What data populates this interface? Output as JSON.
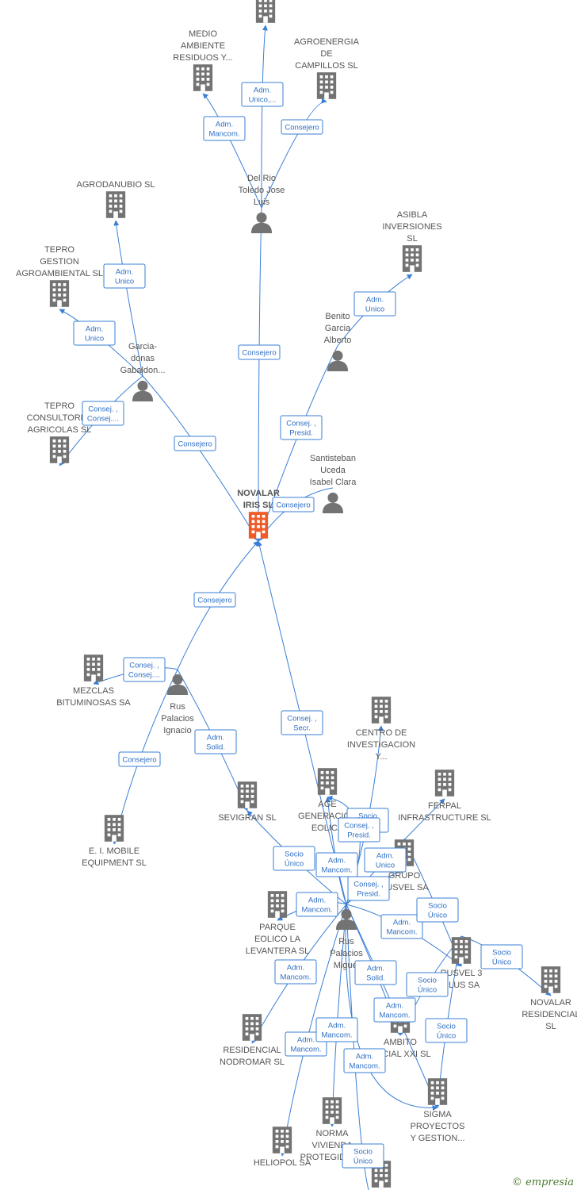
{
  "colors": {
    "building": "#737373",
    "focus": "#f05a28",
    "person": "#737373",
    "edge": "#3a7fd5",
    "edge_text": "#2f6fc4",
    "label": "#555555"
  },
  "watermark": "© empresia",
  "nodes": [
    {
      "id": "top_co",
      "type": "company",
      "label": []
    },
    {
      "id": "medio",
      "type": "company",
      "label": [
        "MEDIO",
        "AMBIENTE",
        "RESIDUOS Y..."
      ]
    },
    {
      "id": "agroenergia",
      "type": "company",
      "label": [
        "AGROENERGIA",
        "DE",
        "CAMPILLOS SL"
      ]
    },
    {
      "id": "delrio",
      "type": "person",
      "label": [
        "Del Rio",
        "Toledo Jose",
        "Luis"
      ]
    },
    {
      "id": "agrodanubio",
      "type": "company",
      "label": [
        "AGRODANUBIO SL"
      ]
    },
    {
      "id": "tepro_gestion",
      "type": "company",
      "label": [
        "TEPRO",
        "GESTION",
        "AGROAMBIENTAL SL"
      ]
    },
    {
      "id": "garcia",
      "type": "person",
      "label": [
        "Garcia-",
        "donas",
        "Gabaldon..."
      ]
    },
    {
      "id": "tepro_consultores",
      "type": "company",
      "label": [
        "TEPRO",
        "CONSULTORES",
        "AGRICOLAS SL"
      ]
    },
    {
      "id": "asibla",
      "type": "company",
      "label": [
        "ASIBLA",
        "INVERSIONES",
        "SL"
      ]
    },
    {
      "id": "benito",
      "type": "person",
      "label": [
        "Benito",
        "Garcia",
        "Alberto"
      ]
    },
    {
      "id": "santisteban",
      "type": "person",
      "label": [
        "Santisteban",
        "Uceda",
        "Isabel Clara"
      ]
    },
    {
      "id": "novalar_iris",
      "type": "focus",
      "label": [
        "NOVALAR",
        "IRIS  SL"
      ]
    },
    {
      "id": "mezclas",
      "type": "company",
      "label": [
        "MEZCLAS",
        "BITUMINOSAS SA"
      ]
    },
    {
      "id": "rus_ignacio",
      "type": "person",
      "label": [
        "Rus",
        "Palacios",
        "Ignacio"
      ]
    },
    {
      "id": "sevigran",
      "type": "company",
      "label": [
        "SEVIGRAN  SL"
      ]
    },
    {
      "id": "ei_mobile",
      "type": "company",
      "label": [
        "E.  I. MOBILE",
        "EQUIPMENT  SL"
      ]
    },
    {
      "id": "centro",
      "type": "company",
      "label": [
        "CENTRO DE",
        "INVESTIGACION",
        "Y..."
      ]
    },
    {
      "id": "age",
      "type": "company",
      "label": [
        "AGE",
        "GENERACION",
        "EOLICA"
      ]
    },
    {
      "id": "ferpal",
      "type": "company",
      "label": [
        "FERPAL",
        "INFRASTRUCTURE SL"
      ]
    },
    {
      "id": "grupo",
      "type": "company",
      "label": [
        "GRUPO",
        "RUSVEL SA"
      ]
    },
    {
      "id": "parque",
      "type": "company",
      "label": [
        "PARQUE",
        "EOLICO LA",
        "LEVANTERA  SL"
      ]
    },
    {
      "id": "rus_miguel",
      "type": "person",
      "label": [
        "Rus",
        "Palacios",
        "Miguel"
      ]
    },
    {
      "id": "rusvel3",
      "type": "company",
      "label": [
        "RUSVEL 3",
        "PLUS SA"
      ]
    },
    {
      "id": "novalar_res",
      "type": "company",
      "label": [
        "NOVALAR",
        "RESIDENCIAL",
        "SL"
      ]
    },
    {
      "id": "ambito",
      "type": "company",
      "label": [
        "AMBITO",
        "SOCIAL XXI SL"
      ]
    },
    {
      "id": "residencial_nod",
      "type": "company",
      "label": [
        "RESIDENCIAL",
        "NODROMAR SL"
      ]
    },
    {
      "id": "sigma",
      "type": "company",
      "label": [
        "SIGMA",
        "PROYECTOS",
        "Y GESTION..."
      ]
    },
    {
      "id": "norma",
      "type": "company",
      "label": [
        "NORMA",
        "VIVIENDA",
        "PROTEGIDA SL"
      ]
    },
    {
      "id": "heliopol",
      "type": "company",
      "label": [
        "HELIOPOL SA"
      ]
    },
    {
      "id": "bottom_co",
      "type": "company",
      "label": []
    }
  ],
  "edges": [
    {
      "from": "delrio",
      "to": "top_co",
      "label": [
        "Adm.",
        "Unico,..."
      ]
    },
    {
      "from": "delrio",
      "to": "medio",
      "label": [
        "Adm.",
        "Mancom."
      ]
    },
    {
      "from": "delrio",
      "to": "agroenergia",
      "label": [
        "Consejero"
      ]
    },
    {
      "from": "delrio",
      "to": "novalar_iris",
      "label": [
        "Consejero"
      ]
    },
    {
      "from": "garcia",
      "to": "agrodanubio",
      "label": [
        "Adm.",
        "Unico"
      ]
    },
    {
      "from": "garcia",
      "to": "tepro_gestion",
      "label": [
        "Adm.",
        "Unico"
      ]
    },
    {
      "from": "garcia",
      "to": "tepro_consultores",
      "label": [
        "Consej. ,",
        "Consej...."
      ]
    },
    {
      "from": "garcia",
      "to": "novalar_iris",
      "label": [
        "Consejero"
      ]
    },
    {
      "from": "benito",
      "to": "asibla",
      "label": [
        "Adm.",
        "Unico"
      ]
    },
    {
      "from": "benito",
      "to": "novalar_iris",
      "label": [
        "Consej. ,",
        "Presid."
      ]
    },
    {
      "from": "santisteban",
      "to": "novalar_iris",
      "label": [
        "Consejero"
      ]
    },
    {
      "from": "rus_ignacio",
      "to": "novalar_iris",
      "label": [
        "Consejero"
      ]
    },
    {
      "from": "rus_ignacio",
      "to": "mezclas",
      "label": [
        "Consej. ,",
        "Consej...."
      ]
    },
    {
      "from": "rus_ignacio",
      "to": "sevigran",
      "label": [
        "Adm.",
        "Solid."
      ]
    },
    {
      "from": "rus_ignacio",
      "to": "ei_mobile",
      "label": [
        "Consejero"
      ]
    },
    {
      "from": "rus_miguel",
      "to": "novalar_iris",
      "label": [
        "Consej. ,",
        "Secr."
      ]
    },
    {
      "from": "rus_miguel",
      "to": "centro",
      "label": [
        "Socio",
        "Único"
      ]
    },
    {
      "from": "rus_miguel",
      "to": "age",
      "label": [
        "Consej. ,",
        "Presid."
      ]
    },
    {
      "from": "rus_miguel",
      "to": "ferpal",
      "label": [
        "Adm.",
        "Unico"
      ]
    },
    {
      "from": "rus_miguel",
      "to": "grupo",
      "label": [
        "Consej. ,",
        "Presid."
      ]
    },
    {
      "from": "rus_miguel",
      "to": "sevigran",
      "label": [
        "Socio",
        "Único"
      ]
    },
    {
      "from": "rus_miguel",
      "to": "parque",
      "label": [
        "Adm.",
        "Mancom."
      ]
    },
    {
      "from": "rus_miguel",
      "to": "age",
      "label": [
        "Adm.",
        "Mancom."
      ]
    },
    {
      "from": "rus_miguel",
      "to": "rusvel3",
      "label": [
        "Adm.",
        "Mancom."
      ]
    },
    {
      "from": "grupo",
      "to": "rusvel3",
      "label": [
        "Socio",
        "Único"
      ]
    },
    {
      "from": "rusvel3",
      "to": "novalar_res",
      "label": [
        "Socio",
        "Único"
      ]
    },
    {
      "from": "rusvel3",
      "to": "ambito",
      "label": [
        "Socio",
        "Único"
      ]
    },
    {
      "from": "rusvel3",
      "to": "sigma",
      "label": [
        "Socio",
        "Único"
      ]
    },
    {
      "from": "rus_miguel",
      "to": "ambito",
      "label": [
        "Adm.",
        "Solid."
      ]
    },
    {
      "from": "rus_miguel",
      "to": "sigma",
      "label": [
        "Adm.",
        "Mancom."
      ]
    },
    {
      "from": "rus_miguel",
      "to": "residencial_nod",
      "label": [
        "Adm.",
        "Mancom."
      ]
    },
    {
      "from": "rus_miguel",
      "to": "heliopol",
      "label": [
        "Adm.",
        "Mancom."
      ]
    },
    {
      "from": "rus_miguel",
      "to": "norma",
      "label": [
        "Adm.",
        "Mancom."
      ]
    },
    {
      "from": "rus_miguel",
      "to": "sigma",
      "label": [
        "Adm.",
        "Mancom."
      ]
    },
    {
      "from": "rus_miguel",
      "to": "bottom_co",
      "label": [
        "Socio",
        "Único"
      ]
    }
  ]
}
